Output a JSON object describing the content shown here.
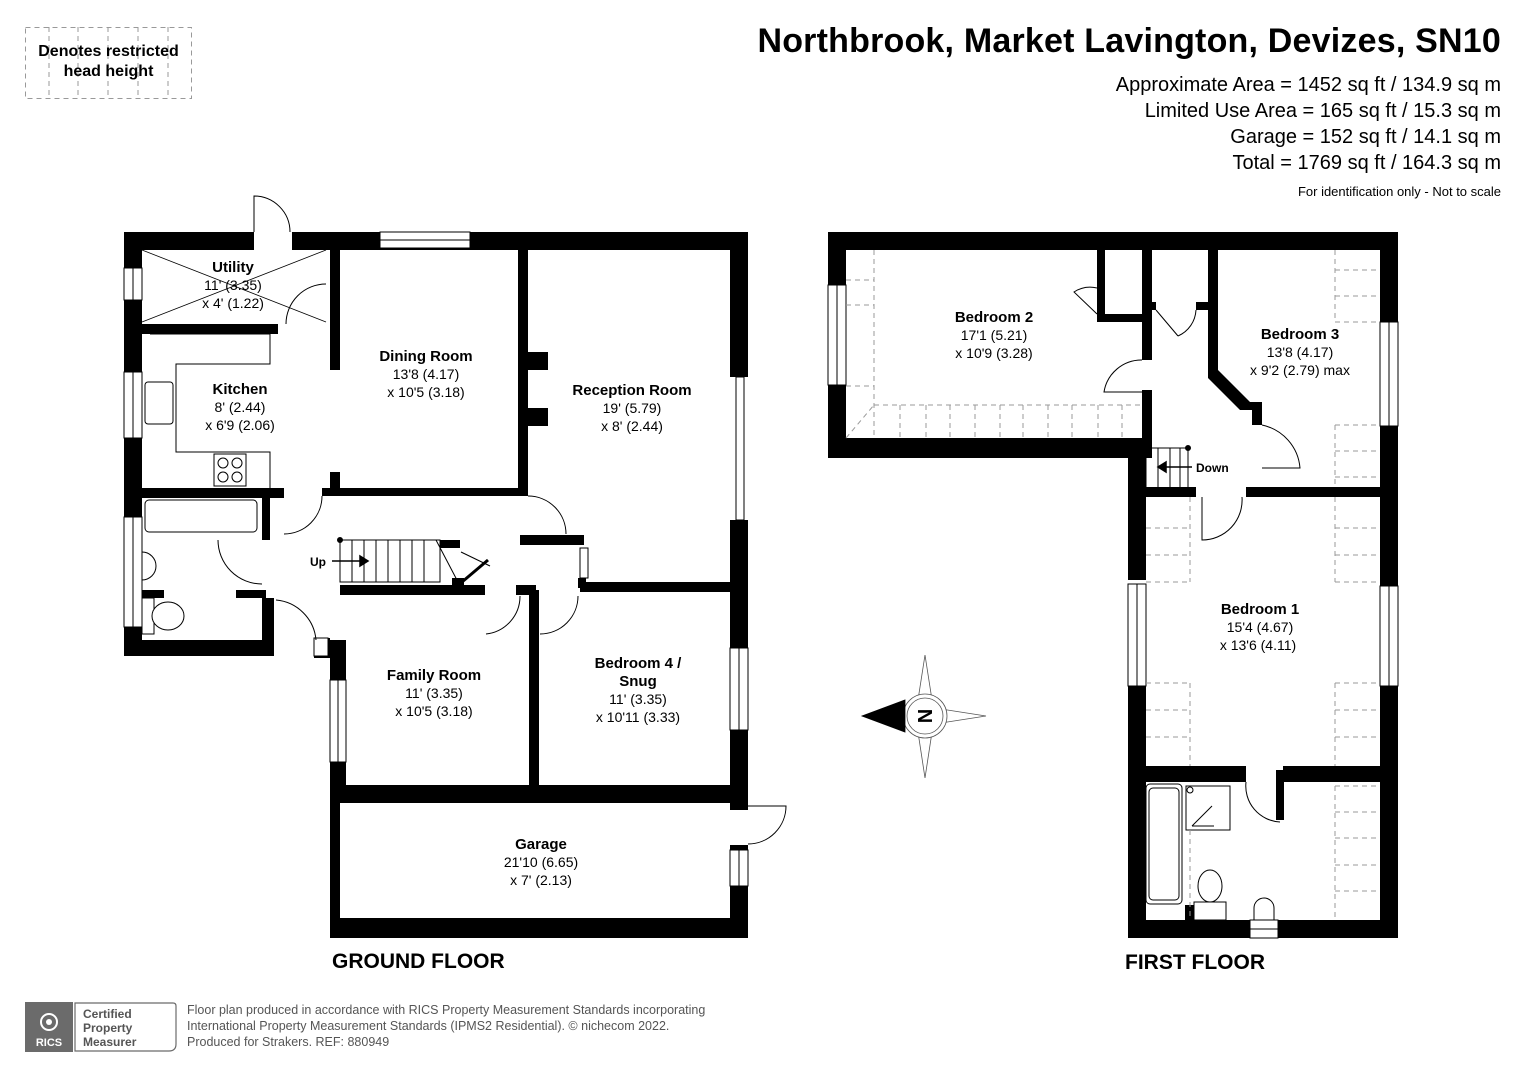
{
  "header": {
    "title": "Northbrook, Market Lavington, Devizes, SN10",
    "areas": [
      "Approximate Area = 1452 sq ft / 134.9 sq m",
      "Limited Use Area = 165 sq ft / 15.3 sq m",
      "Garage = 152 sq ft / 14.1 sq m",
      "Total = 1769 sq ft / 164.3 sq m"
    ],
    "note": "For identification only - Not to scale"
  },
  "legend": {
    "line1": "Denotes restricted",
    "line2": "head height"
  },
  "ground_floor": {
    "label": "GROUND FLOOR",
    "stairs_label": "Up",
    "rooms": [
      {
        "name": "Utility",
        "dim1": "11' (3.35)",
        "dim2": "x 4' (1.22)"
      },
      {
        "name": "Kitchen",
        "dim1": "8' (2.44)",
        "dim2": "x 6'9 (2.06)"
      },
      {
        "name": "Dining Room",
        "dim1": "13'8 (4.17)",
        "dim2": "x 10'5 (3.18)"
      },
      {
        "name": "Reception Room",
        "dim1": "19' (5.79)",
        "dim2": "x 8' (2.44)"
      },
      {
        "name": "Family Room",
        "dim1": "11' (3.35)",
        "dim2": "x 10'5 (3.18)"
      },
      {
        "name": "Bedroom 4 /",
        "name2": "Snug",
        "dim1": "11' (3.35)",
        "dim2": "x 10'11 (3.33)"
      },
      {
        "name": "Garage",
        "dim1": "21'10 (6.65)",
        "dim2": "x 7' (2.13)"
      }
    ]
  },
  "first_floor": {
    "label": "FIRST FLOOR",
    "stairs_label": "Down",
    "rooms": [
      {
        "name": "Bedroom 2",
        "dim1": "17'1 (5.21)",
        "dim2": "x 10'9 (3.28)"
      },
      {
        "name": "Bedroom 3",
        "dim1": "13'8 (4.17)",
        "dim2": "x 9'2 (2.79) max"
      },
      {
        "name": "Bedroom 1",
        "dim1": "15'4 (4.67)",
        "dim2": "x 13'6 (4.11)"
      }
    ]
  },
  "compass": {
    "letter": "N"
  },
  "footer": {
    "badge_brand": "RICS",
    "badge_line1": "Certified",
    "badge_line2": "Property",
    "badge_line3": "Measurer",
    "line1": "Floor plan produced in accordance with RICS Property Measurement Standards incorporating",
    "line2": "International Property Measurement Standards (IPMS2 Residential).   © nichecom 2022.",
    "line3": "Produced for Strakers.   REF:  880949"
  }
}
